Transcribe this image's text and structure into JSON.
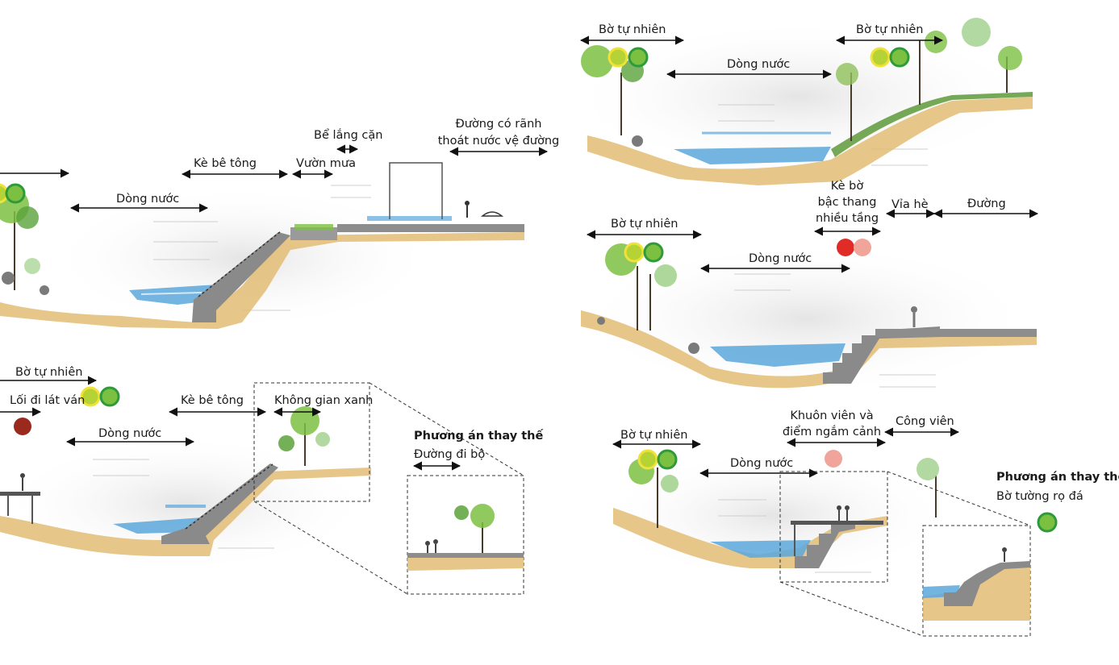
{
  "panels": {
    "p1": {
      "labels": {
        "ke_be_tong": "Kè bê tông",
        "be_lang_can": "Bể lắng cặn",
        "vuon_mua": "Vườn mưa",
        "duong_ranh_1": "Đường có rãnh",
        "duong_ranh_2": "thoát nước vệ đường",
        "dong_nuoc": "Dòng nước"
      }
    },
    "p2": {
      "labels": {
        "bo_tu_nhien_left": "Bờ tự nhiên",
        "bo_tu_nhien_right": "Bờ tự nhiên",
        "dong_nuoc": "Dòng nước"
      }
    },
    "p3": {
      "labels": {
        "ke_bo_1": "Kè bờ",
        "ke_bo_2": "bậc thang",
        "ke_bo_3": "nhiều tầng",
        "via_he": "Vỉa hè",
        "duong": "Đường",
        "bo_tu_nhien": "Bờ tự nhiên",
        "dong_nuoc": "Dòng nước"
      }
    },
    "p4": {
      "labels": {
        "bo_tu_nhien": "Bờ tự nhiên",
        "loi_di": "Lối đi lát ván",
        "ke_be_tong": "Kè bê tông",
        "khong_gian_xanh": "Không gian xanh",
        "dong_nuoc": "Dòng nước",
        "phuong_an": "Phương án thay thế",
        "duong_di_bo": "Đường đi bộ"
      }
    },
    "p5": {
      "labels": {
        "khuon_vien_1": "Khuôn viên và",
        "khuon_vien_2": "điểm ngắm cảnh",
        "cong_vien": "Công viên",
        "bo_tu_nhien": "Bờ tự nhiên",
        "dong_nuoc": "Dòng nước",
        "phuong_an": "Phương án thay thế",
        "bo_tuong": "Bờ tường rọ đá"
      }
    }
  },
  "colors": {
    "dot_yellow_green": "#b5d334",
    "dot_green": "#3aa53a",
    "dot_red": "#e02b27",
    "dot_pink": "#f0a49a",
    "dot_dark_red": "#9a2a1e",
    "water": "#5aa7dc",
    "soil": "#e2bc74",
    "concrete": "#7d7d7d",
    "foliage": "#7cc042"
  }
}
